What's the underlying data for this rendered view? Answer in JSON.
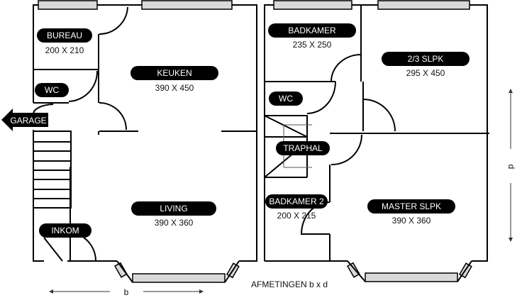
{
  "rooms": {
    "bureau": {
      "name": "BUREAU",
      "size": "200 X 210"
    },
    "keuken": {
      "name": "KEUKEN",
      "size": "390 X 450"
    },
    "wc_ground": {
      "name": "WC"
    },
    "garage": {
      "name": "GARAGE"
    },
    "living": {
      "name": "LIVING",
      "size": "390 X 360"
    },
    "inkom": {
      "name": "INKOM"
    },
    "badkamer": {
      "name": "BADKAMER",
      "size": "235 X 250"
    },
    "slpk23": {
      "name": "2/3 SLPK",
      "size": "295 X 450"
    },
    "wc_first": {
      "name": "WC"
    },
    "traphal": {
      "name": "TRAPHAL"
    },
    "badkamer2": {
      "name": "BADKAMER 2",
      "size": "200 X 215"
    },
    "master": {
      "name": "MASTER SLPK",
      "size": "390 X 360"
    }
  },
  "legend": {
    "title": "AFMETINGEN b x d",
    "b": "b",
    "d": "d"
  }
}
